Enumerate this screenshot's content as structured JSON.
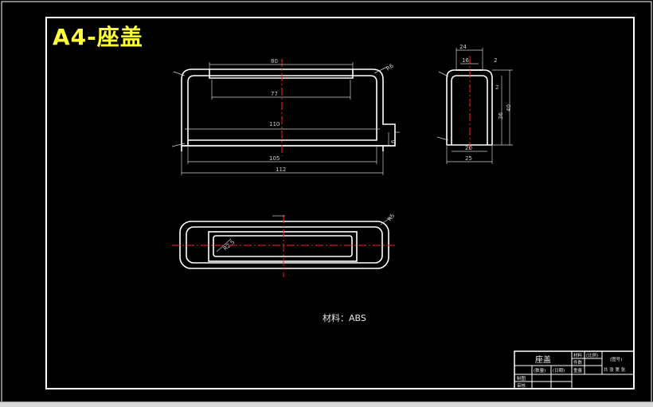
{
  "title": "A4-座盖",
  "material": "材料：ABS",
  "status_bar": "",
  "colors": {
    "background": "#000000",
    "border": "#ffffff",
    "title": "#ffff3a",
    "centerline": "#ff2020",
    "dimension": "#cfcfcf",
    "outline": "#ffffff"
  },
  "front_view": {
    "dims": {
      "top_width": "80",
      "inner_width": "77",
      "mid_width": "110",
      "bottom_width": "105",
      "overall_width": "112",
      "side_height": "6",
      "corner": "R6"
    }
  },
  "side_view": {
    "dims": {
      "top": "24",
      "inner_top": "16",
      "bottom_inner": "20",
      "bottom": "25",
      "height_inner": "36",
      "height_outer": "40",
      "small_a": "2",
      "small_b": "2"
    }
  },
  "top_view": {
    "dims": {
      "corner": "R5",
      "inner_label": "R2.5"
    }
  },
  "title_block": {
    "part_name": "座盖",
    "cells": {
      "material": "材料",
      "scale": "(比例)",
      "count": "件数",
      "drawing_no": "(图号)",
      "weight_label": "重量",
      "weight": "(数量)",
      "draw_date": "(日期)",
      "designer": "制图",
      "checker": "审核",
      "sheet": "共 张 第 张"
    }
  }
}
